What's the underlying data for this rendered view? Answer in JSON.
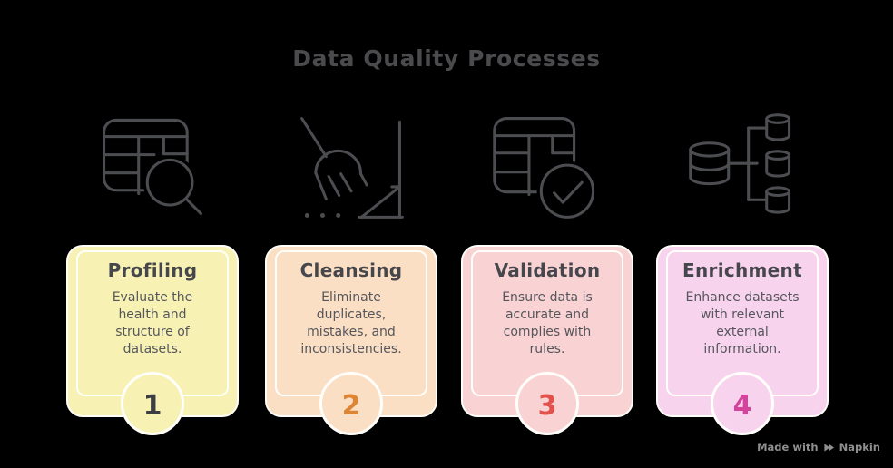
{
  "title": "Data Quality Processes",
  "theme": {
    "background": "#000000",
    "title_color": "#4b4b4e",
    "heading_color": "#46474c",
    "text_color": "#55565c",
    "icon_stroke": "#4c4d51",
    "border_color": "#fffefa",
    "watermark_color": "#8f8f8f"
  },
  "steps": [
    {
      "title": "Profiling",
      "number": "1",
      "icon": "table-search-icon",
      "bg": "#f7f2b4",
      "number_color": "#3d3e43",
      "description": "Evaluate the health and structure of datasets.",
      "lines": [
        "Evaluate the",
        "health and",
        "structure of",
        "datasets."
      ]
    },
    {
      "title": "Cleansing",
      "number": "2",
      "icon": "broom-sweep-icon",
      "bg": "#fbdfc4",
      "number_color": "#dd8534",
      "description": "Eliminate duplicates, mistakes, and inconsistencies.",
      "lines": [
        "Eliminate",
        "duplicates,",
        "mistakes, and",
        "inconsistencies."
      ]
    },
    {
      "title": "Validation",
      "number": "3",
      "icon": "table-check-icon",
      "bg": "#f9d3d3",
      "number_color": "#e2514b",
      "description": "Ensure data is accurate and complies with rules.",
      "lines": [
        "Ensure data is",
        "accurate and",
        "complies with",
        "rules."
      ]
    },
    {
      "title": "Enrichment",
      "number": "4",
      "icon": "database-branch-icon",
      "bg": "#f8d3ee",
      "number_color": "#d3459d",
      "description": "Enhance datasets with relevant external information.",
      "lines": [
        "Enhance datasets",
        "with relevant",
        "external",
        "information."
      ]
    }
  ],
  "watermark": {
    "prefix": "Made with",
    "brand": "Napkin"
  }
}
